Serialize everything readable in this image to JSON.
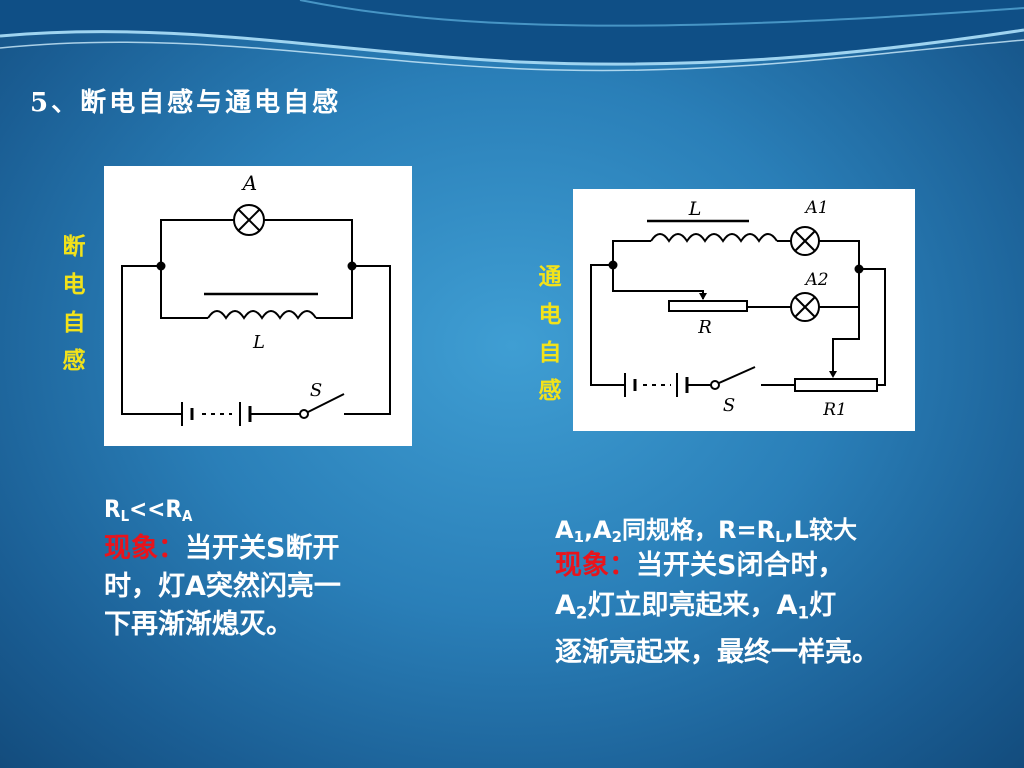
{
  "slide": {
    "title": "5、断电自感与通电自感"
  },
  "left": {
    "vertical_label": [
      "断",
      "电",
      "自",
      "感"
    ],
    "circuit_labels": {
      "lamp": "A",
      "inductor": "L",
      "switch": "S"
    },
    "condition": {
      "r1": "R",
      "sub1": "L",
      "op": "<<R",
      "sub2": "A"
    },
    "phenomenon_label": "现象：",
    "phenomenon_l1": "当开关S断开",
    "phenomenon_l2": "时，灯A突然闪亮一",
    "phenomenon_l3": "下再渐渐熄灭。"
  },
  "right": {
    "vertical_label": [
      "通",
      "电",
      "自",
      "感"
    ],
    "circuit_labels": {
      "inductor": "L",
      "lamp1": "A1",
      "lamp2": "A2",
      "rheostat": "R",
      "switch": "S",
      "rheostat_l": "R1"
    },
    "condition": {
      "a": "A",
      "s1": "1",
      "comma1": ",A",
      "s2": "2",
      "mid": "同规格，R=R",
      "s3": "L",
      "end": ",L较大"
    },
    "phenomenon_label": "现象：",
    "phenomenon_rest": "当开关S闭合时，",
    "line2": {
      "a": "A",
      "s": "2",
      "text": "灯立即亮起来，A",
      "s2": "1",
      "end": "灯"
    },
    "line3": "逐渐亮起来，最终一样亮。"
  }
}
